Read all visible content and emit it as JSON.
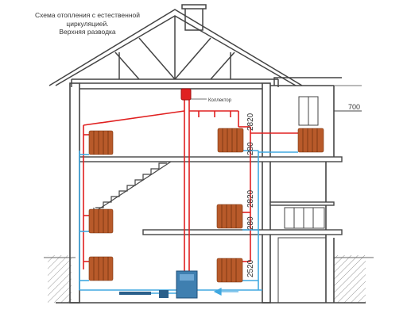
{
  "caption": {
    "line1": "Схема отопления с естественной",
    "line2": "циркуляцией.",
    "line3": "Верхняя разводка"
  },
  "dimensions": {
    "attic_offset": "700",
    "floor3_height": "2820",
    "floor3_slab": "280",
    "floor2_height": "2820",
    "floor2_slab": "280",
    "floor1_height": "2520"
  },
  "tank_label": "Коллектор",
  "colors": {
    "supply": "#e02020",
    "return": "#40a8e0",
    "radiator": "#b85a2a",
    "boiler": "#3f7fb0",
    "walls": "#444444",
    "ground": "#8a8a8a"
  }
}
